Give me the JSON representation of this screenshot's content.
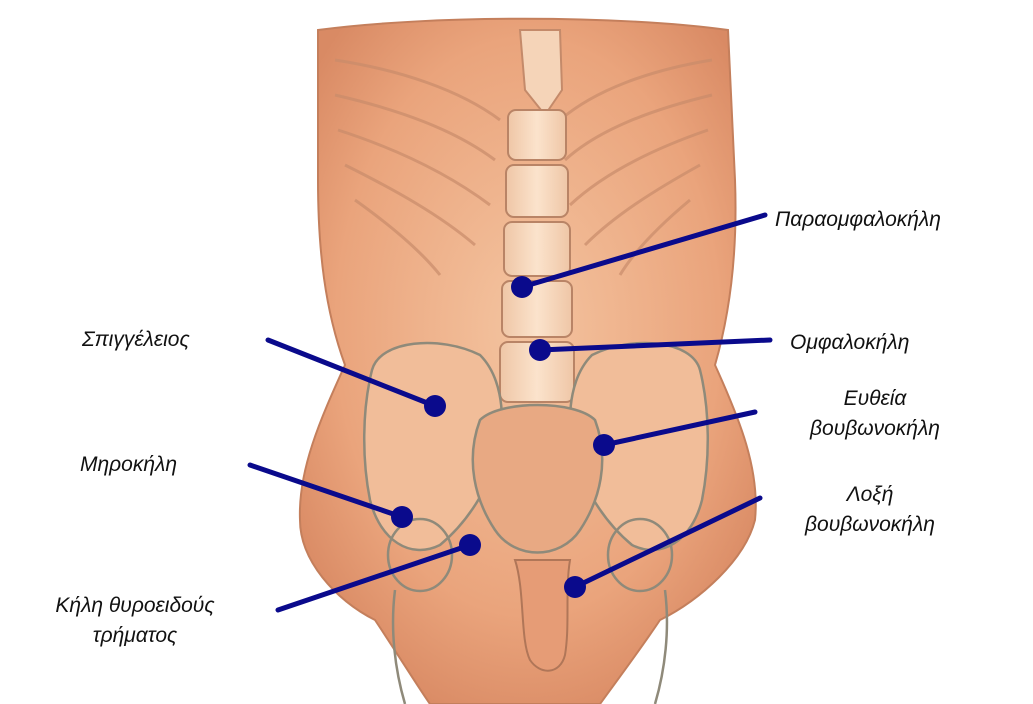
{
  "colors": {
    "marker": "#0a0a8c",
    "skin": "#eda982",
    "skin_dark": "#d98a64",
    "bone": "#f6d7bd",
    "outline": "#a07a5e",
    "label_text": "#111111"
  },
  "labels": {
    "paraomphalocele": "Παραομφαλοκήλη",
    "omphalocele": "Ομφαλοκήλη",
    "direct_inguinal": [
      "Ευθεία",
      "βουβωνοκήλη"
    ],
    "indirect_inguinal": [
      "Λοξή",
      "βουβωνοκήλη"
    ],
    "spigelian": "Σπιγγέλειος",
    "femoral": "Μηροκήλη",
    "obturator": [
      "Κήλη θυροειδούς",
      "τρήματος"
    ]
  },
  "icons": {
    "marker": "filled-circle"
  }
}
